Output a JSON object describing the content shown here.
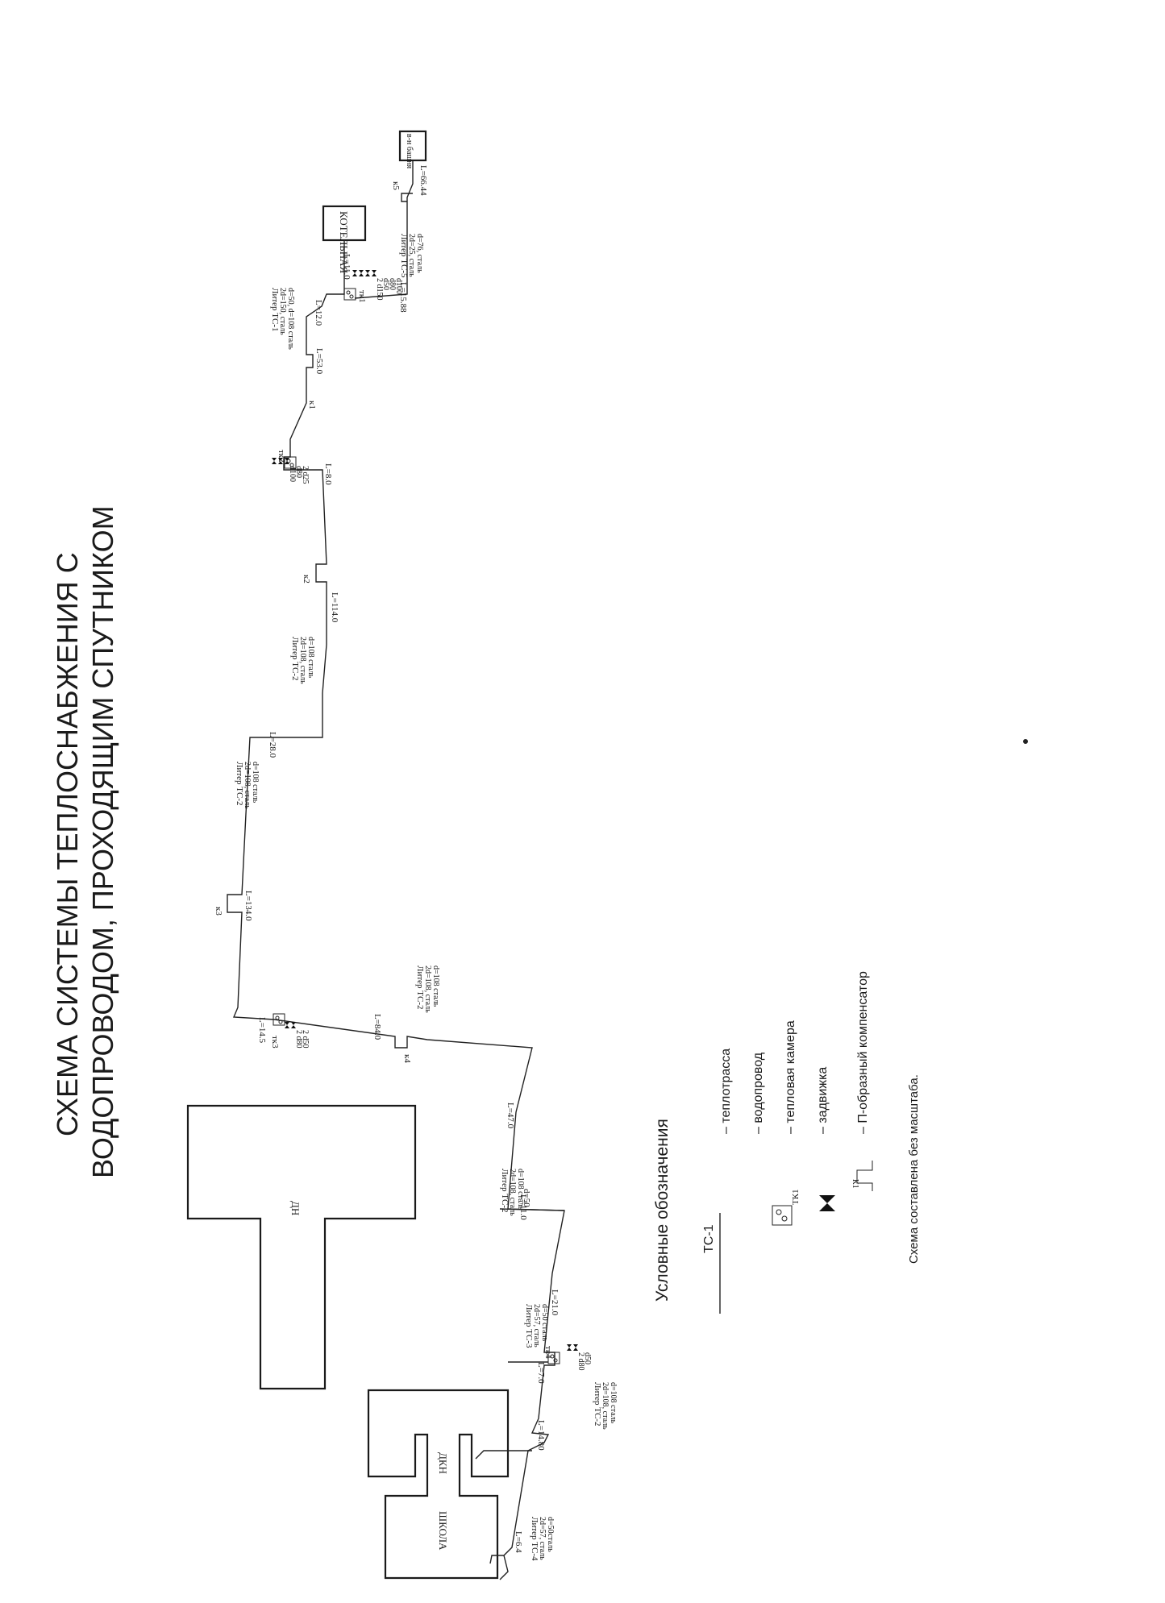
{
  "title": {
    "line1": "СХЕМА СИСТЕМЫ ТЕПЛОСНАБЖЕНИЯ С",
    "line2": "ВОДОПРОВОДОМ, ПРОХОДЯЩИМ СПУТНИКОМ"
  },
  "legend": {
    "heading": "Условные обозначения",
    "sample_label": "ТС-1",
    "camera_sample_label": "ТК1",
    "comp_sample_label": "К1",
    "items": [
      {
        "text": "– теплотрасса"
      },
      {
        "text": "– водопровод"
      },
      {
        "text": "– тепловая камера"
      },
      {
        "text": "– задвижка"
      },
      {
        "text": "– П-образный компенсатор"
      }
    ],
    "note": "Схема составлена без масштаба."
  },
  "buildings": {
    "dn": "ДН",
    "school": "ШКОЛА",
    "dkn": "ДКН",
    "boiler": "КОТЕЛЬНАЯ",
    "tower": "в-н башня"
  },
  "segments": {
    "l1": "L=11.0",
    "l2": "L=12.0",
    "l3": "L=53.0",
    "l4": "L=8.0",
    "l5": "L=114.0",
    "l6": "L=28.0",
    "l7": "L=134.0",
    "l8": "L=14.5",
    "l9": "L=84.0",
    "l10": "L=47.0",
    "l11": "L=11.0",
    "l12": "L=21.0",
    "l13": "L=7.0",
    "l14": "L=14.80",
    "l15": "L=6.4",
    "l16": "L=15.88",
    "l17": "L=66.44",
    "d50": "d=50"
  },
  "liters": {
    "tc1": {
      "head": "Литер ТС-1",
      "line1": "2d=150, сталь",
      "line2": "d=50, d=108 сталь"
    },
    "tc5": {
      "head": "Литер ТС-5",
      "line1": "2d=25, сталь",
      "line2": "d=76, сталь"
    },
    "tc2a": {
      "head": "Литер ТС-2",
      "line1": "2d=108, сталь",
      "line2": "d=108 сталь"
    },
    "tc2b": {
      "head": "Литер ТС-2",
      "line1": "2d=108, сталь",
      "line2": "d=108 сталь"
    },
    "tc2c": {
      "head": "Литер ТС-2",
      "line1": "2d=108, сталь",
      "line2": "d=108 сталь"
    },
    "tc2d": {
      "head": "Литер ТС-2",
      "line1": "2d=108, сталь",
      "line2": "d=108 сталь"
    },
    "tc2e": {
      "head": "Литер ТС-2",
      "line1": "2d=108, сталь",
      "line2": "d=108 сталь"
    },
    "tc3": {
      "head": "Литер ТС-3",
      "line1": "2d=57, сталь",
      "line2": "d=50 сталь"
    },
    "tc4": {
      "head": "Литер ТС-4",
      "line1": "2d=57, сталь",
      "line2": "d=50сталь"
    }
  },
  "chambers": {
    "tk1": "тк1",
    "tk2": "тк2",
    "tk3": "тк3",
    "tk4": "тк4"
  },
  "valves": {
    "tk1": [
      "2 d150",
      "d50",
      "d80",
      "d100"
    ],
    "tk2": [
      "d100",
      "d80",
      "2 d25"
    ],
    "tk3": [
      "2 d80",
      "2 d50"
    ],
    "tk4": [
      "2 d80",
      "d50"
    ]
  },
  "compensators": {
    "k1": "к1",
    "k2": "к2",
    "k3": "к3",
    "k4": "к4",
    "k5": "к5"
  }
}
